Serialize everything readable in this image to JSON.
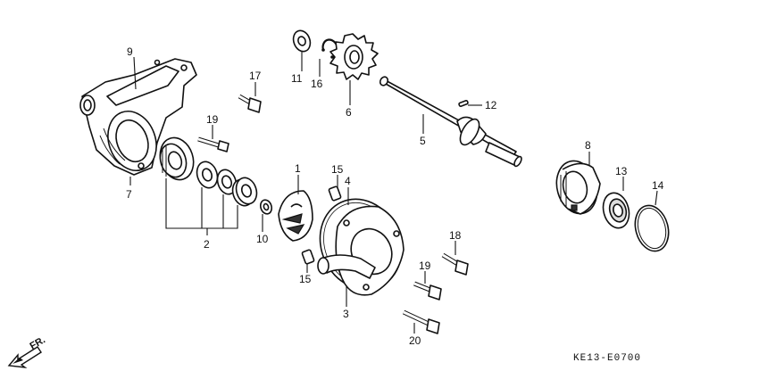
{
  "callouts": {
    "c1": "1",
    "c2": "2",
    "c3": "3",
    "c4": "4",
    "c5": "5",
    "c6": "6",
    "c7": "7",
    "c8": "8",
    "c9": "9",
    "c10": "10",
    "c11": "11",
    "c12": "12",
    "c13": "13",
    "c14": "14",
    "c15a": "15",
    "c15b": "15",
    "c16": "16",
    "c17": "17",
    "c18": "18",
    "c19a": "19",
    "c19b": "19",
    "c20": "20"
  },
  "diagram_code": "KE13-E0700",
  "front_marker": "FR."
}
